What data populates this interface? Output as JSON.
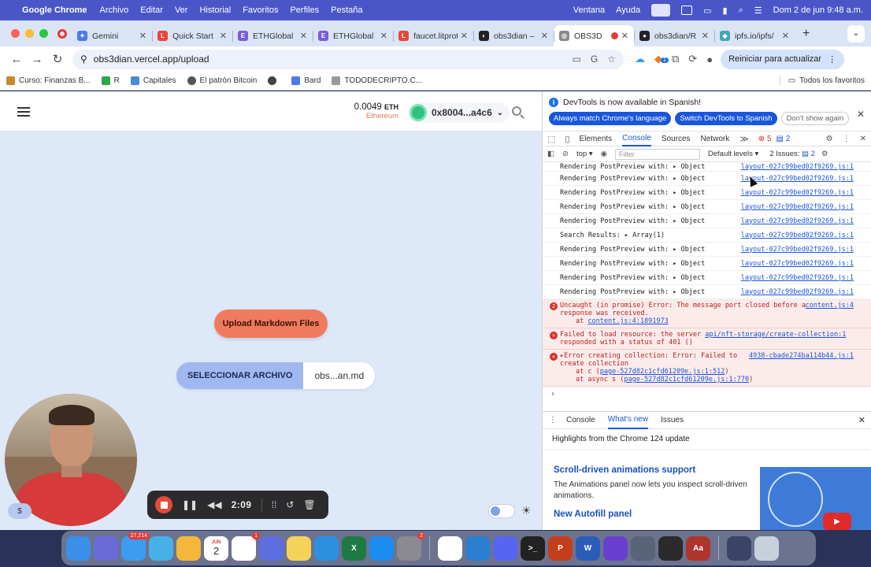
{
  "menubar": {
    "app": "Google Chrome",
    "items": [
      "Archivo",
      "Editar",
      "Ver",
      "Historial",
      "Favoritos",
      "Perfiles",
      "Pestaña"
    ],
    "right_items": [
      "Ventana",
      "Ayuda"
    ],
    "clock": "Dom 2 de jun  9:48 a.m."
  },
  "tabs": [
    {
      "title": "Gemini",
      "color": "#4b7be6"
    },
    {
      "title": "Quick Start",
      "color": "#e8453c"
    },
    {
      "title": "ETHGlobal",
      "color": "#7b5cd6"
    },
    {
      "title": "ETHGlobal",
      "color": "#7b5cd6"
    },
    {
      "title": "faucet.litprotocol",
      "color": "#e8453c"
    },
    {
      "title": "obs3dian –",
      "color": "#222222"
    },
    {
      "title": "OBS3D",
      "color": "#888888"
    },
    {
      "title": "obs3dian/R",
      "color": "#222222"
    },
    {
      "title": "ipfs.io/ipfs/",
      "color": "#3fa9b5"
    }
  ],
  "toolbar": {
    "url": "obs3dian.vercel.app/upload",
    "update_label": "Reiniciar para actualizar",
    "ext_badge": "1"
  },
  "bookmarks": {
    "items": [
      "Curso: Finanzas B...",
      "R",
      "Capitales",
      "El patrón Bitcoin",
      "",
      "Bard",
      "TODODECRIPTO.C..."
    ],
    "all_label": "Todos los favoritos"
  },
  "app": {
    "balance": "0.0049",
    "balance_unit": "ETH",
    "network": "Ethereum",
    "account": "0x8004...a4c6",
    "upload_label": "Upload Markdown Files",
    "select_label": "SELECCIONAR ARCHIVO",
    "file_name": "obs...an.md"
  },
  "recorder": {
    "time": "2:09"
  },
  "devtools": {
    "info": "DevTools is now available in Spanish!",
    "btn_match": "Always match Chrome's language",
    "btn_switch": "Switch DevTools to Spanish",
    "btn_dismiss": "Don't show again",
    "tabs": [
      "Elements",
      "Console",
      "Sources",
      "Network"
    ],
    "error_count": "5",
    "warn_count": "2",
    "context": "top",
    "filter_placeholder": "Filter",
    "levels": "Default levels",
    "issues": "2 Issues:",
    "issues_count": "2",
    "first_row": "Rendering PostPreview with: ▸ Object",
    "log_rows": [
      {
        "msg": "Rendering PostPreview with: ▸ Object",
        "src": "layout-027c99bed02f9269.js:1"
      },
      {
        "msg": "Rendering PostPreview with: ▸ Object",
        "src": "layout-027c99bed02f9269.js:1"
      },
      {
        "msg": "Rendering PostPreview with: ▸ Object",
        "src": "layout-027c99bed02f9269.js:1"
      },
      {
        "msg": "Rendering PostPreview with: ▸ Object",
        "src": "layout-027c99bed02f9269.js:1"
      },
      {
        "msg": "Search Results:  ▸ Array(1)",
        "src": "layout-027c99bed02f9269.js:1"
      },
      {
        "msg": "Rendering PostPreview with: ▸ Object",
        "src": "layout-027c99bed02f9269.js:1"
      },
      {
        "msg": "Rendering PostPreview with: ▸ Object",
        "src": "layout-027c99bed02f9269.js:1"
      },
      {
        "msg": "Rendering PostPreview with: ▸ Object",
        "src": "layout-027c99bed02f9269.js:1"
      },
      {
        "msg": "Rendering PostPreview with: ▸ Object",
        "src": "layout-027c99bed02f9269.js:1"
      }
    ],
    "err1": {
      "count": "2",
      "line1": "Uncaught (in promise) Error: The message port closed before a",
      "line2": "response was received.",
      "line3": "at ",
      "link": "content.js:4:1891973",
      "src": "content.js:4"
    },
    "err2": {
      "line1": "Failed to load resource: the server ",
      "link": "api/nft-storage/create-collection:1",
      "line2": "responded with a status of 401 ()"
    },
    "err3": {
      "line1": "▸Error creating collection: Error: Failed to",
      "src": "4938-cbade274ba114b44.js:1",
      "line2": "create collection",
      "line3a": "at c (",
      "link3": "page-527d82c1cfd61209e.js:1:512",
      "line4a": "at async s (",
      "link4": "page-527d82c1cfd61209e.js:1:770"
    },
    "drawer_tabs": [
      "Console",
      "What's new",
      "Issues"
    ],
    "highlights": "Highlights from the Chrome 124 update",
    "feat1_title": "Scroll-driven animations support",
    "feat1_text": "The Animations panel now lets you inspect scroll-driven animations.",
    "feat2_title": "New Autofill panel"
  },
  "dock": {
    "mail_badge": "27,214",
    "calendar_month": "JUN",
    "calendar_day": "2",
    "reminders_badge": "1",
    "settings_badge": "2"
  }
}
